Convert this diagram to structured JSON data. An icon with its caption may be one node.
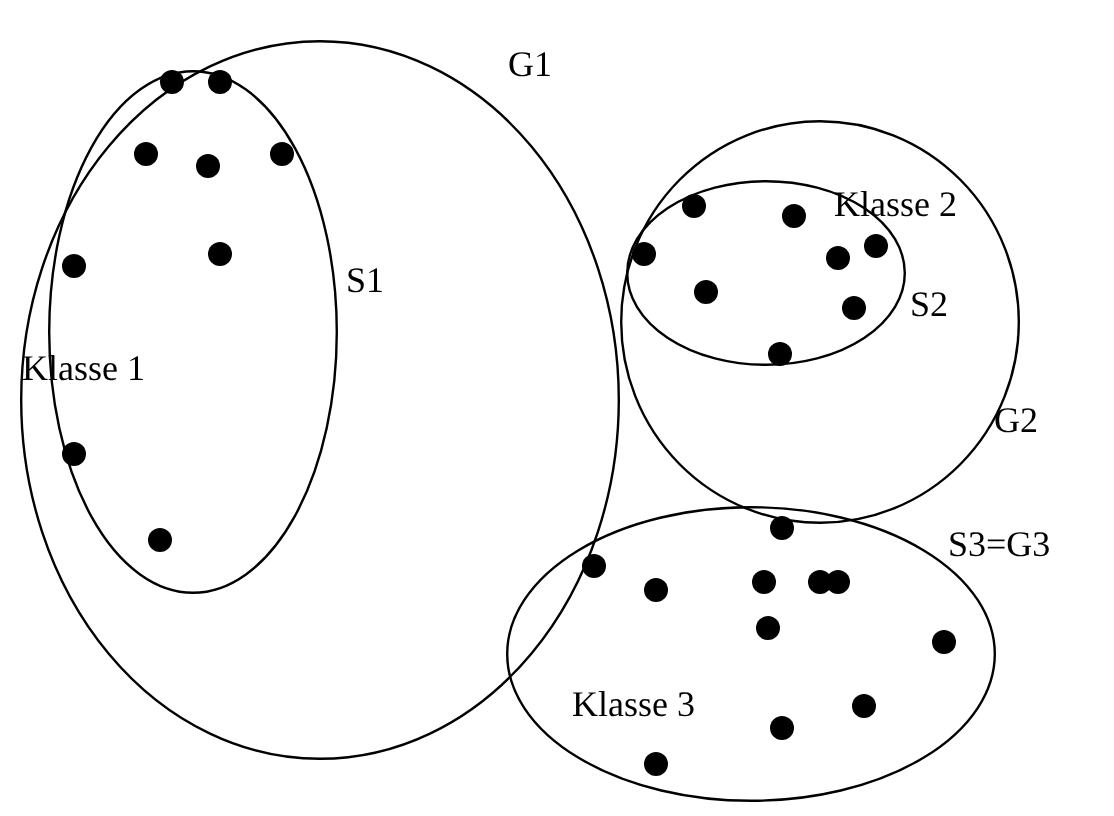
{
  "diagram": {
    "nodes": [
      {
        "text": [
          "G1"
        ]
      },
      {
        "text": [
          "S1",
          "Klasse 1"
        ],
        "in": 0
      },
      {
        "text": [
          "G2"
        ]
      },
      {
        "text": [
          "Klasse 2",
          "S2"
        ],
        "in": 2
      },
      {
        "text": [
          "S3=G3",
          "Klasse 3"
        ]
      }
    ]
  }
}
